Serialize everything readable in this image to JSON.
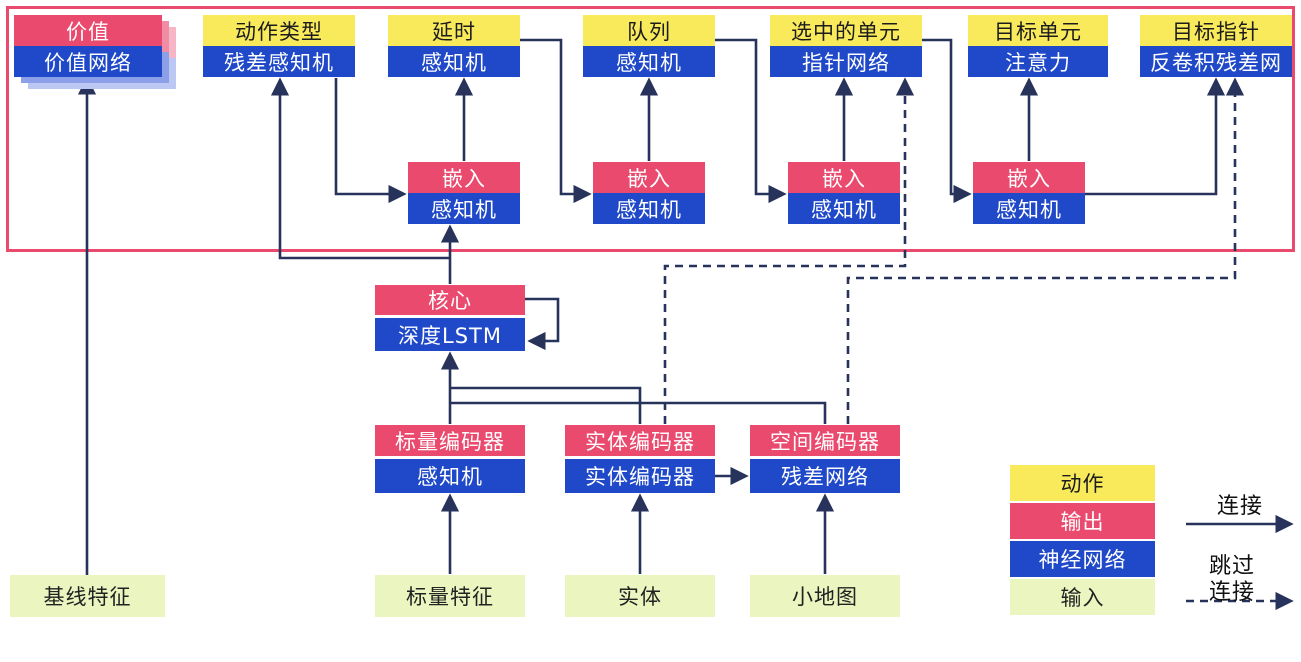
{
  "heads": [
    {
      "top": "价值",
      "bottom": "价值网络"
    },
    {
      "top": "动作类型",
      "bottom": "残差感知机"
    },
    {
      "top": "延时",
      "bottom": "感知机"
    },
    {
      "top": "队列",
      "bottom": "感知机"
    },
    {
      "top": "选中的单元",
      "bottom": "指针网络"
    },
    {
      "top": "目标单元",
      "bottom": "注意力"
    },
    {
      "top": "目标指针",
      "bottom": "反卷积残差网"
    }
  ],
  "embed": {
    "top": "嵌入",
    "bottom": "感知机"
  },
  "core": {
    "top": "核心",
    "bottom": "深度LSTM"
  },
  "encoders": [
    {
      "top": "标量编码器",
      "bottom": "感知机"
    },
    {
      "top": "实体编码器",
      "bottom": "实体编码器"
    },
    {
      "top": "空间编码器",
      "bottom": "残差网络"
    }
  ],
  "inputs": [
    "基线特征",
    "标量特征",
    "实体",
    "小地图"
  ],
  "legend": {
    "action": "动作",
    "output": "输出",
    "network": "神经网络",
    "input": "输入",
    "connection": "连接",
    "skip_top": "跳过",
    "skip_bottom": "连接"
  },
  "colors": {
    "action": "#F8EA5B",
    "output": "#E94A6E",
    "network": "#1F49C8",
    "input": "#EAF5C0",
    "arrow": "#27335A",
    "border": "#E94A6E"
  }
}
